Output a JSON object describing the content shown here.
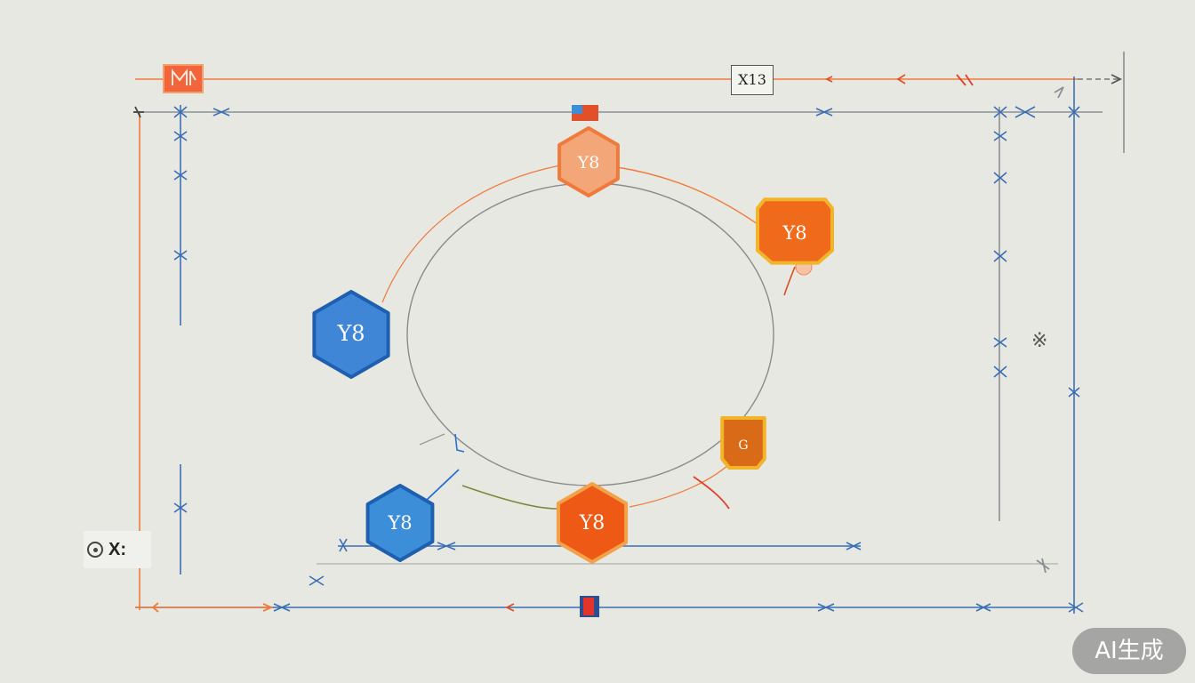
{
  "watermark": "AI生成",
  "top_label": "X13",
  "legend": {
    "icon": "eye-icon",
    "text": "X:"
  },
  "side_glyph": "※",
  "nodes": [
    {
      "id": "top",
      "label": "Y8",
      "color": "#f3a678",
      "stroke": "#f07a3c",
      "shape": "hexagon"
    },
    {
      "id": "upper-right",
      "label": "Y8",
      "color": "#f06a1c",
      "stroke": "#f2b52a",
      "shape": "badge"
    },
    {
      "id": "left",
      "label": "Y8",
      "color": "#3f86d6",
      "stroke": "#1f5fb0",
      "shape": "hexagon"
    },
    {
      "id": "lower-right-small",
      "label": "G",
      "color": "#d96a18",
      "stroke": "#f2b52a",
      "shape": "tag"
    },
    {
      "id": "bottom",
      "label": "Y8",
      "color": "#ee5a16",
      "stroke": "#f2a24a",
      "shape": "hexagon"
    },
    {
      "id": "bottom-left",
      "label": "Y8",
      "color": "#3c8ed8",
      "stroke": "#1f5fb0",
      "shape": "hexagon"
    }
  ],
  "colors": {
    "orange": "#f07a3c",
    "blue": "#3b6fb5",
    "gray": "#8c8c8c",
    "background": "#e7e8e1"
  }
}
